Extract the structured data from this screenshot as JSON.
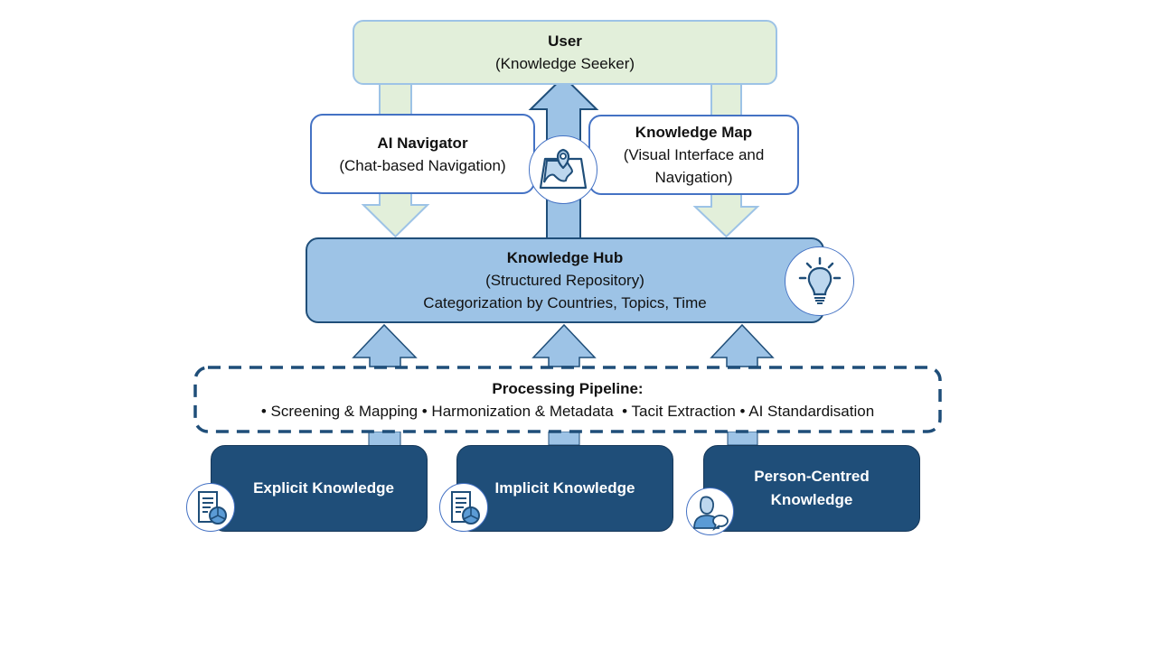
{
  "colors": {
    "user_fill": "#e2efda",
    "user_border": "#9dc3e6",
    "node_border": "#4472c4",
    "hub_fill": "#9dc3e6",
    "dark_navy": "#1f4e79",
    "down_arrow_fill": "#e2efda",
    "up_arrow_fill": "#9dc3e6"
  },
  "user": {
    "title": "User",
    "subtitle": "(Knowledge Seeker)"
  },
  "ai_navigator": {
    "title": "AI Navigator",
    "subtitle": "(Chat-based Navigation)"
  },
  "knowledge_map": {
    "title": "Knowledge Map",
    "subtitle_line1": "(Visual Interface and",
    "subtitle_line2": "Navigation)"
  },
  "knowledge_hub": {
    "title": "Knowledge Hub",
    "subtitle": "(Structured Repository)",
    "description": "Categorization by Countries, Topics, Time"
  },
  "pipeline": {
    "title": "Processing Pipeline:",
    "steps_text": "• Screening & Mapping • Harmonization & Metadata  • Tacit Extraction • AI Standardisation",
    "steps": [
      "Screening & Mapping",
      "Harmonization & Metadata",
      "Tacit Extraction",
      "AI Standardisation"
    ]
  },
  "sources": [
    {
      "label_line1": "Explicit Knowledge",
      "label_line2": "",
      "icon": "document-chart-icon"
    },
    {
      "label_line1": "Implicit Knowledge",
      "label_line2": "",
      "icon": "document-chart-icon"
    },
    {
      "label_line1": "Person-Centred",
      "label_line2": "Knowledge",
      "icon": "person-chat-icon"
    }
  ],
  "icons": {
    "center": "map-pin-icon",
    "hub": "lightbulb-icon"
  }
}
